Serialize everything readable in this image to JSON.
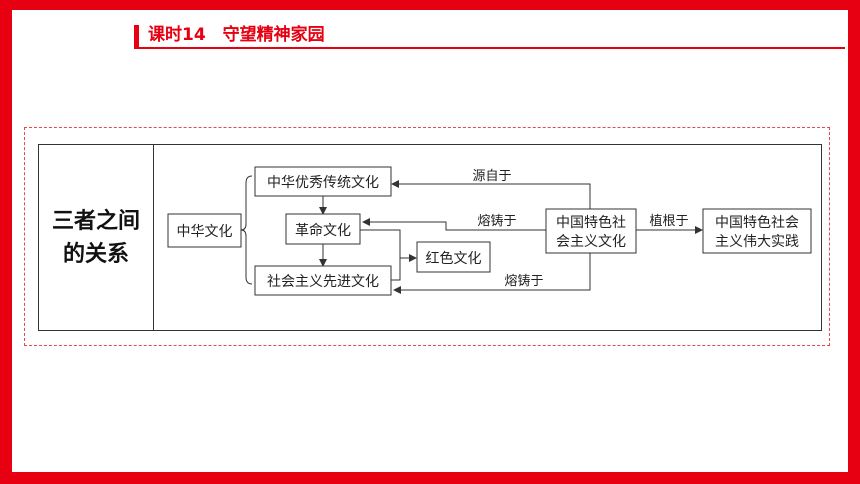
{
  "header": {
    "title": "课时14　守望精神家园"
  },
  "row": {
    "label_line1": "三者之间",
    "label_line2": "的关系"
  },
  "nodes": {
    "zhonghua_wenhua": "中华文化",
    "youxiu_chuantong": "中华优秀传统文化",
    "geming_wenhua": "革命文化",
    "shehuizhuyi_xianjin": "社会主义先进文化",
    "hongse_wenhua": "红色文化",
    "tese_wenhua_line1": "中国特色社",
    "tese_wenhua_line2": "会主义文化",
    "shijian_line1": "中国特色社会",
    "shijian_line2": "主义伟大实践"
  },
  "edges": {
    "yuanzi": "源自于",
    "rongzhu_top": "熔铸于",
    "rongzhu_bottom": "熔铸于",
    "zhigen": "植根于"
  },
  "colors": {
    "frame": "#e60012",
    "dash": "#e64a4a"
  }
}
